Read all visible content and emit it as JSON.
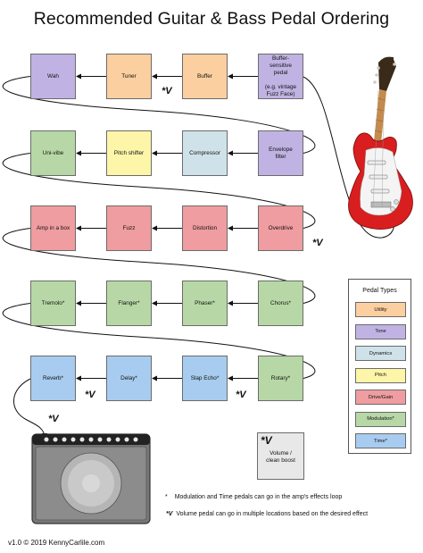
{
  "title": "Recommended Guitar & Bass Pedal Ordering",
  "colors": {
    "utility": "#fbcfa0",
    "tone": "#c0b3e3",
    "dynamics": "#cfe2e9",
    "pitch": "#fdf5a8",
    "drive_gain": "#ef9da0",
    "modulation": "#b7d8a6",
    "time": "#a8ccef",
    "volume": "#e6e6e6"
  },
  "rows": [
    {
      "pedals": [
        {
          "label": "Wah",
          "type": "tone"
        },
        {
          "label": "Tuner",
          "type": "utility"
        },
        {
          "label": "Buffer",
          "type": "utility"
        },
        {
          "label": "Buffer-\nsensitive\npedal\n\n(e.g. vintage\nFuzz Face)",
          "type": "tone"
        }
      ]
    },
    {
      "pedals": [
        {
          "label": "Uni-vibe",
          "type": "modulation"
        },
        {
          "label": "Pitch shifter",
          "type": "pitch"
        },
        {
          "label": "Compressor",
          "type": "dynamics"
        },
        {
          "label": "Envelope\nfilter",
          "type": "tone"
        }
      ]
    },
    {
      "pedals": [
        {
          "label": "Amp in a box",
          "type": "drive_gain"
        },
        {
          "label": "Fuzz",
          "type": "drive_gain"
        },
        {
          "label": "Distortion",
          "type": "drive_gain"
        },
        {
          "label": "Overdrive",
          "type": "drive_gain"
        }
      ]
    },
    {
      "pedals": [
        {
          "label": "Tremolo*",
          "type": "modulation"
        },
        {
          "label": "Flanger*",
          "type": "modulation"
        },
        {
          "label": "Phaser*",
          "type": "modulation"
        },
        {
          "label": "Chorus*",
          "type": "modulation"
        }
      ]
    },
    {
      "pedals": [
        {
          "label": "Reverb*",
          "type": "time"
        },
        {
          "label": "Delay*",
          "type": "time"
        },
        {
          "label": "Slap Echo*",
          "type": "time"
        },
        {
          "label": "Rotary*",
          "type": "modulation"
        }
      ]
    }
  ],
  "volume_mark": "*V",
  "legend": {
    "title": "Pedal Types",
    "items": [
      {
        "label": "Utility",
        "type": "utility"
      },
      {
        "label": "Tone",
        "type": "tone"
      },
      {
        "label": "Dynamics",
        "type": "dynamics"
      },
      {
        "label": "Pitch",
        "type": "pitch"
      },
      {
        "label": "Drive/Gain",
        "type": "drive_gain"
      },
      {
        "label": "Modulation*",
        "type": "modulation"
      },
      {
        "label": "Time*",
        "type": "time"
      }
    ]
  },
  "volume_box": {
    "mark": "*V",
    "label": "Volume /\nclean boost"
  },
  "notes": {
    "note1_marker": "*",
    "note1_text": "Modulation and Time pedals can go in the amp's effects loop",
    "note2_marker": "*V",
    "note2_text": "Volume pedal can go in multiple locations based on the desired effect"
  },
  "footer": "v1.0 © 2019 KennyCarlile.com"
}
